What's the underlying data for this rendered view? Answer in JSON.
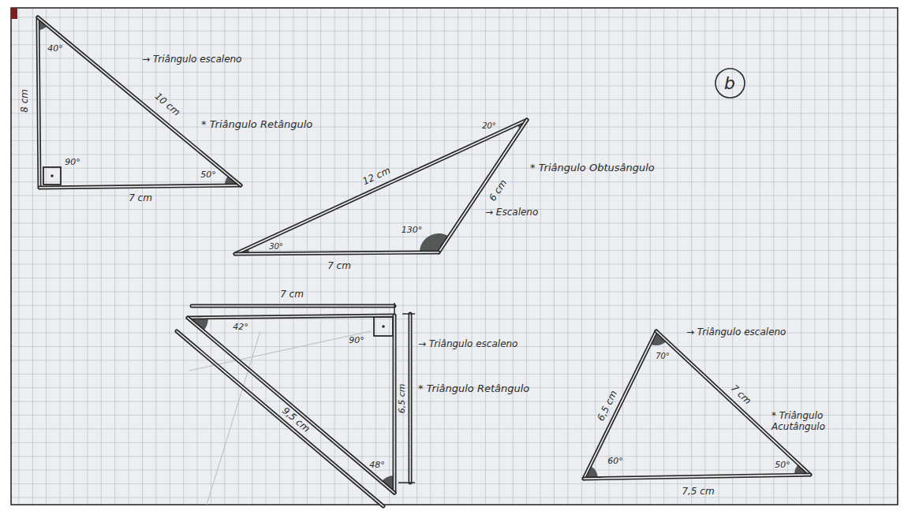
{
  "diagram": {
    "nodes": [
      {
        "text": [
          "b"
        ]
      }
    ],
    "labels": [
      "40°",
      "→ Triângulo escaleno",
      "10 cm",
      "* Triângulo Retângulo",
      "8 cm",
      "90°",
      "50°",
      "7 cm",
      "12 cm",
      "20°",
      "* Triângulo Obtusângulo",
      "6 cm",
      "→ Escaleno",
      "130°",
      "30°",
      "7 cm",
      "7 cm",
      "42°",
      "90°",
      "→ Triângulo escaleno",
      "6,5 cm",
      "* Triângulo Retângulo",
      "9,5 cm",
      "48°",
      "70°",
      "→ Triângulo escaleno",
      "6,5 cm",
      "7 cm",
      "* Triângulo Acutângulo",
      "60°",
      "50°",
      "7,5 cm"
    ]
  }
}
